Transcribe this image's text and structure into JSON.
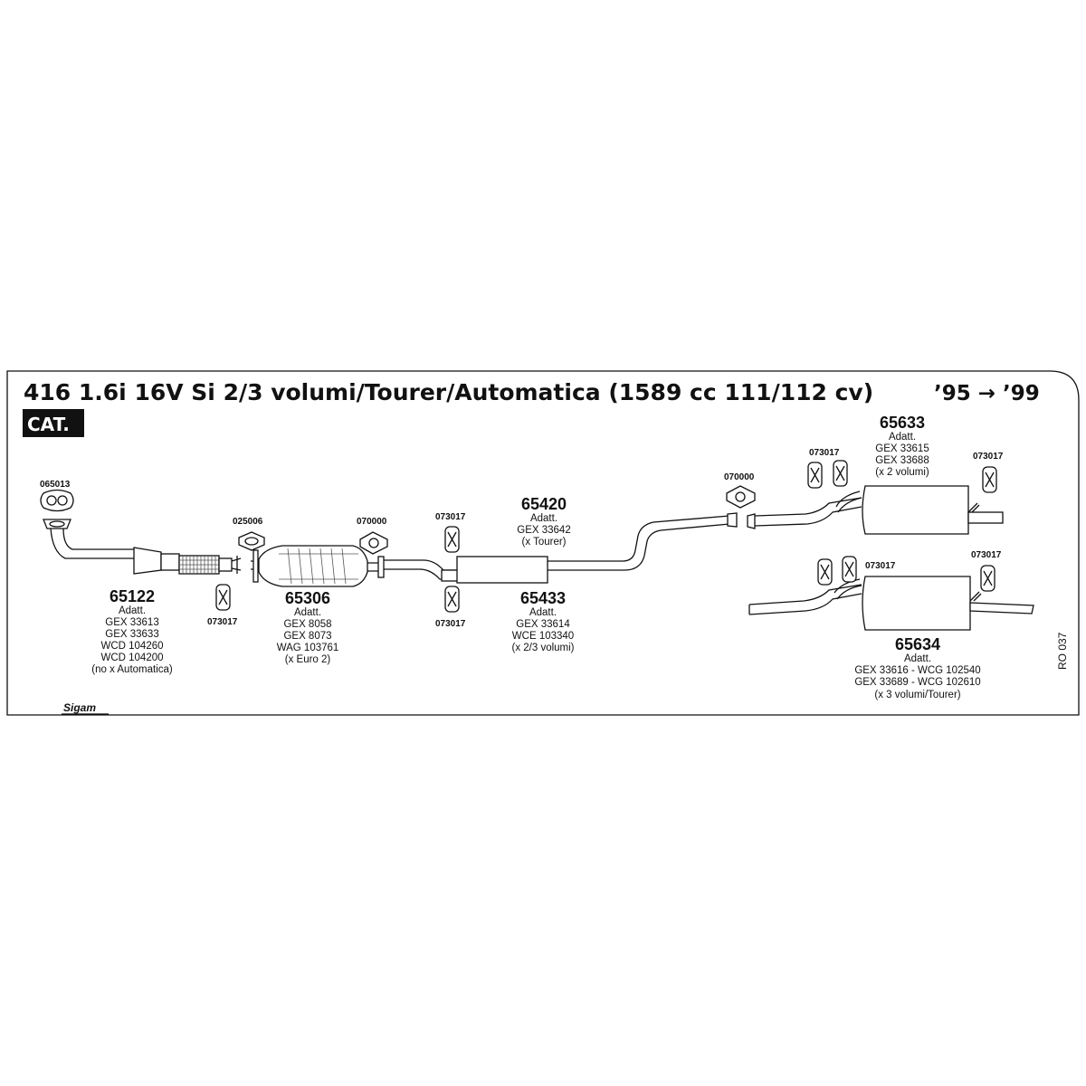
{
  "diagram": {
    "title": "416 1.6i 16V Si 2/3 volumi/Tourer/Automatica (1589 cc 111/112 cv)",
    "years": "’95 → ’99",
    "badge": "CAT.",
    "brand": "Sigam",
    "reference": "RO 037"
  },
  "parts": {
    "p65122": {
      "number": "65122",
      "lines": [
        "Adatt.",
        "GEX 33613",
        "GEX 33633",
        "WCD 104260",
        "WCD 104200",
        "(no x Automatica)"
      ]
    },
    "p65306": {
      "number": "65306",
      "lines": [
        "Adatt.",
        "GEX 8058",
        "GEX 8073",
        "WAG 103761",
        "(x Euro 2)"
      ]
    },
    "p65420": {
      "number": "65420",
      "lines": [
        "Adatt.",
        "GEX 33642",
        "(x Tourer)"
      ]
    },
    "p65433": {
      "number": "65433",
      "lines": [
        "Adatt.",
        "GEX 33614",
        "WCE 103340",
        "(x 2/3 volumi)"
      ]
    },
    "p65633": {
      "number": "65633",
      "lines": [
        "Adatt.",
        "GEX 33615",
        "GEX 33688",
        "(x 2 volumi)"
      ]
    },
    "p65634": {
      "number": "65634",
      "lines": [
        "Adatt.",
        "GEX 33616 - WCG 102540",
        "GEX 33689 - WCG 102610",
        "(x 3 volumi/Tourer)"
      ]
    }
  },
  "accessories": {
    "a065013": "065013",
    "a025006": "025006",
    "a070000_mid": "070000",
    "a070000_rear": "070000",
    "a073017_front": "073017",
    "a073017_mid_top": "073017",
    "a073017_mid_bottom": "073017",
    "a073017_upper_left": "073017",
    "a073017_upper_right": "073017",
    "a073017_lower_left": "073017",
    "a073017_lower_right": "073017"
  }
}
